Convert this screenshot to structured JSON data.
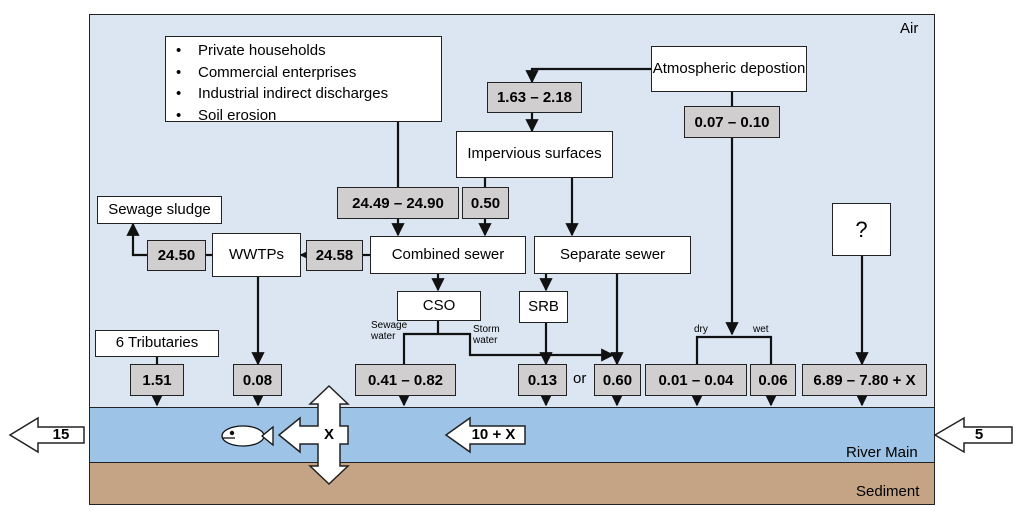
{
  "zones": {
    "air": "Air",
    "river": "River Main",
    "sediment": "Sediment"
  },
  "sources": [
    "Private households",
    "Commercial enterprises",
    "Industrial indirect discharges",
    "Soil erosion"
  ],
  "nodes": {
    "atmospheric": "Atmospheric depostion",
    "impervious": "Impervious surfaces",
    "combined_sewer": "Combined sewer",
    "separate_sewer": "Separate sewer",
    "wwtps": "WWTPs",
    "sewage_sludge": "Sewage sludge",
    "cso": "CSO",
    "srb": "SRB",
    "tributaries": "6 Tributaries",
    "unknown": "?"
  },
  "values": {
    "atm_to_impervious": "1.63 – 2.18",
    "atm_direct": "0.07 – 0.10",
    "sources_to_combined": "24.49 – 24.90",
    "impervious_to_combined": "0.50",
    "combined_to_wwtps": "24.58",
    "wwtps_to_sludge": "24.50",
    "tributaries": "1.51",
    "wwtps_to_river": "0.08",
    "cso_to_river": "0.41 – 0.82",
    "srb_to_river": "0.13",
    "separate_to_river": "0.60",
    "atm_dry": "0.01 – 0.04",
    "atm_wet": "0.06",
    "unknown_to_river": "6.89 – 7.80 + X"
  },
  "small_labels": {
    "sewage_water": "Sewage water",
    "storm_water": "Storm water",
    "dry": "dry",
    "wet": "wet",
    "or": "or"
  },
  "flows": {
    "outflow": "15",
    "inflow": "5",
    "transport": "10 + X",
    "exchange": "X"
  },
  "colors": {
    "air": "#dce6f2",
    "river": "#9dc3e6",
    "sediment": "#c4a484",
    "value_box": "#d0cece"
  }
}
